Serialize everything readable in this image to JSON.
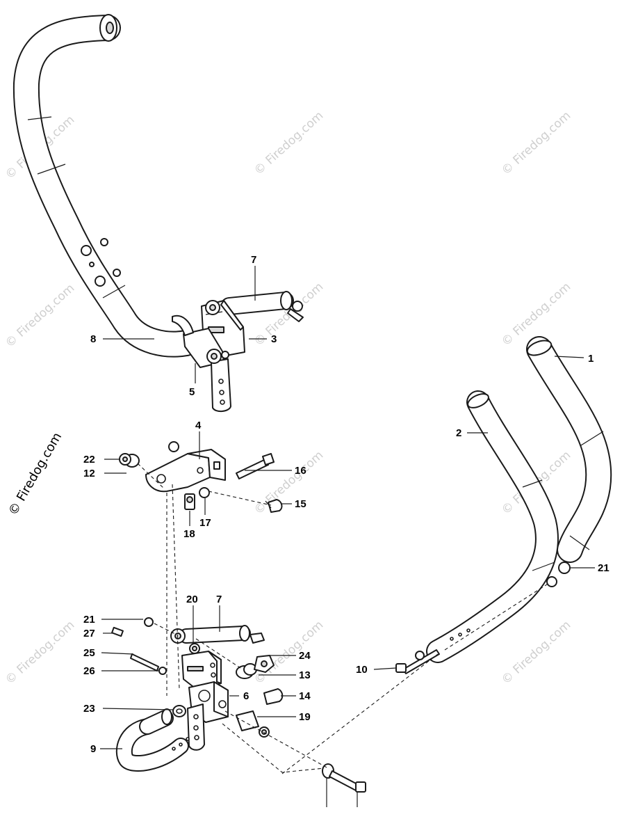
{
  "watermark": {
    "text": "© Firedog.com",
    "color": "#cfcfcf"
  },
  "callouts": {
    "c1": "1",
    "c2": "2",
    "c3": "3",
    "c4": "4",
    "c5": "5",
    "c6": "6",
    "c7a": "7",
    "c7b": "7",
    "c8": "8",
    "c9": "9",
    "c10": "10",
    "c12": "12",
    "c13": "13",
    "c14": "14",
    "c15": "15",
    "c16": "16",
    "c17": "17",
    "c18": "18",
    "c19": "19",
    "c20": "20",
    "c21a": "21",
    "c21b": "21",
    "c22": "22",
    "c23": "23",
    "c24": "24",
    "c25": "25",
    "c26": "26",
    "c27": "27"
  },
  "colors": {
    "line": "#1a1a1a",
    "tube_fill": "#d9d9d9",
    "background": "#ffffff"
  }
}
